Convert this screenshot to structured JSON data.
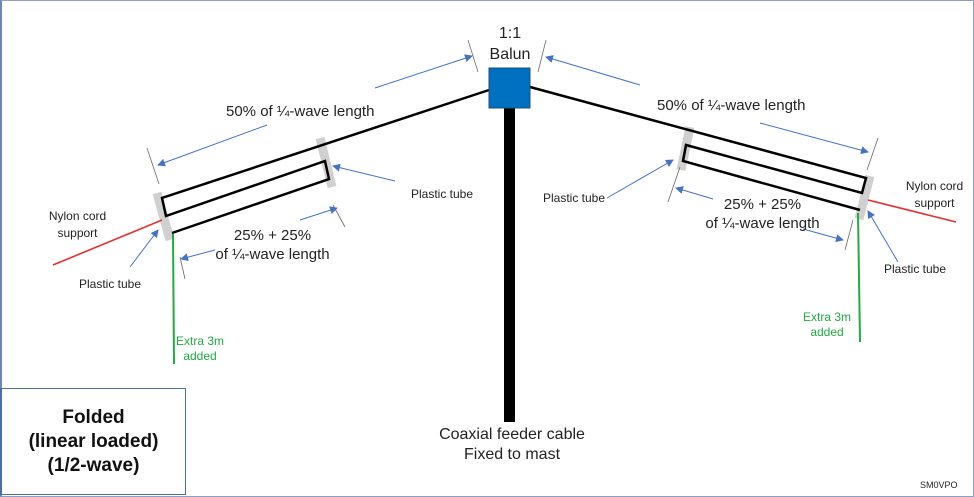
{
  "balun": {
    "ratio": "1:1",
    "label": "Balun"
  },
  "labels": {
    "half_length_left": "50% of ¼-wave length",
    "half_length_right": "50% of ¼-wave length",
    "split_left_1": "25% + 25%",
    "split_left_2": "of ¼-wave length",
    "split_right_1": "25% + 25%",
    "split_right_2": "of ¼-wave length",
    "plastic_tube": "Plastic tube",
    "nylon_1": "Nylon cord",
    "nylon_2": "support",
    "extra_1": "Extra 3m",
    "extra_2": "added",
    "feeder_1": "Coaxial feeder cable",
    "feeder_2": "Fixed to mast"
  },
  "title": {
    "line1": "Folded",
    "line2": "(linear loaded)",
    "line3": "(1/2-wave)"
  },
  "credit": "SM0VPO",
  "colors": {
    "balun": "#0070c0",
    "arrow": "#4472c4",
    "cord": "#e53030",
    "extra": "#22aa44",
    "tube": "#d0d0d0"
  }
}
